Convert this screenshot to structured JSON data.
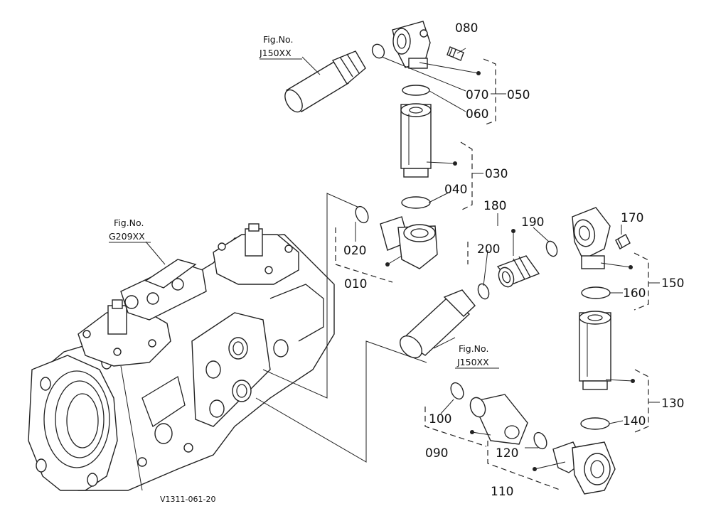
{
  "figure_refs": {
    "top": {
      "label": "Fig.No.",
      "code": "J150XX"
    },
    "pump": {
      "label": "Fig.No.",
      "code": "G209XX"
    },
    "right": {
      "label": "Fig.No.",
      "code": "J150XX"
    }
  },
  "parts": {
    "p010": "010",
    "p020": "020",
    "p030": "030",
    "p040": "040",
    "p050": "050",
    "p060": "060",
    "p070": "070",
    "p080": "080",
    "p090": "090",
    "p100": "100",
    "p110": "110",
    "p120": "120",
    "p130": "130",
    "p140": "140",
    "p150": "150",
    "p160": "160",
    "p170": "170",
    "p180": "180",
    "p190": "190",
    "p200": "200"
  },
  "footer": {
    "drawing_code": "V1311-061-20"
  }
}
